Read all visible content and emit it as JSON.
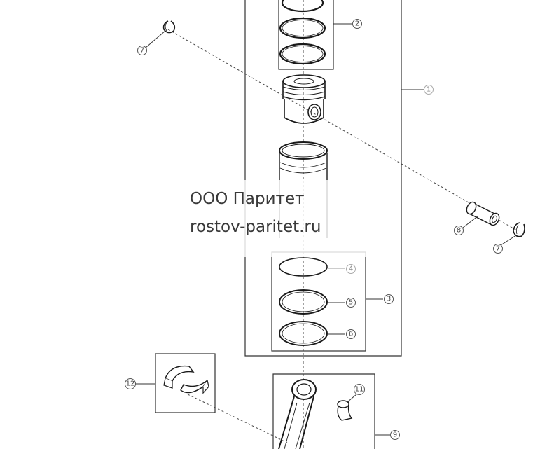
{
  "callouts": {
    "c1": "1",
    "c2": "2",
    "c3": "3",
    "c4": "4",
    "c5": "5",
    "c6": "6",
    "c7a": "7",
    "c7b": "7",
    "c8": "8",
    "c9": "9",
    "c11": "11",
    "c12": "12"
  },
  "watermark": {
    "line1": "ООО Паритет",
    "line2": "rostov-paritet.ru"
  }
}
